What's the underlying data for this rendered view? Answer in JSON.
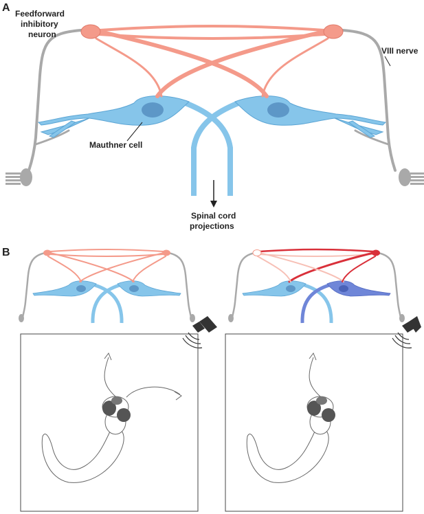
{
  "panels": {
    "a": {
      "letter": "A",
      "labels": {
        "ffi_line1": "Feedforward",
        "ffi_line2": "inhibitory",
        "ffi_line3": "neuron",
        "viii_nerve": "VIII nerve",
        "mauthner": "Mauthner cell",
        "spinal_line1": "Spinal cord",
        "spinal_line2": "projections"
      }
    },
    "b": {
      "letter": "B"
    }
  },
  "colors": {
    "mauthner": "#86c5ea",
    "mauthner_stroke": "#5aa4d4",
    "mauthner_nucleus": "#5d97c7",
    "mauthner_active": "#6f86d8",
    "inhibitory": "#f49a8a",
    "inhibitory_stroke": "#e07a6a",
    "inhibitory_active": "#d9303a",
    "nerve": "#a9a9a9",
    "speaker": "#333333",
    "fish_eye": "#555555"
  }
}
